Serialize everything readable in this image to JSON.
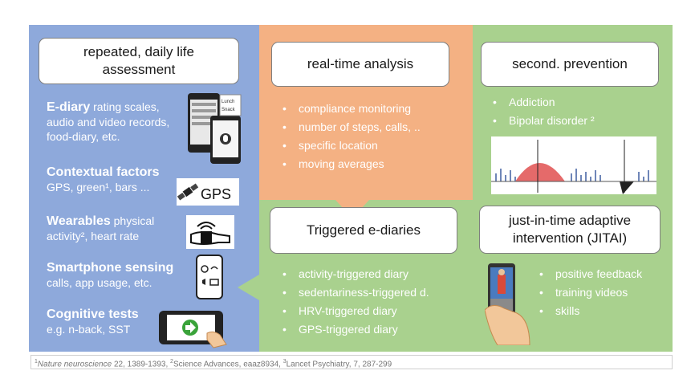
{
  "left_panel": {
    "title": "repeated, daily life assessment",
    "items": [
      {
        "heading": "E-diary",
        "rest": " rating scales,",
        "line2": "audio  and video records,",
        "line3": "food-diary, etc."
      },
      {
        "heading": "Contextual factors",
        "line2": "GPS, green¹, bars ..."
      },
      {
        "heading": "Wearables",
        "rest": " physical",
        "line2": "activity², heart rate"
      },
      {
        "heading": "Smartphone sensing",
        "line2": "calls, app usage, etc."
      },
      {
        "heading": "Cognitive tests",
        "line2": "e.g. n-back, SST"
      }
    ],
    "phone_labels": [
      "Lunch",
      "Snack"
    ],
    "gps_label": "GPS"
  },
  "middle_top": {
    "title": "real-time analysis",
    "bullets": [
      "compliance monitoring",
      "number of steps, calls, ..",
      "specific location",
      "moving averages"
    ]
  },
  "right_top": {
    "title": "second. prevention",
    "bullets": [
      "Addiction",
      "Bipolar disorder ²"
    ]
  },
  "middle_bottom": {
    "title": "Triggered e-diaries",
    "bullets": [
      "activity-triggered diary",
      "sedentariness-triggered d.",
      "HRV-triggered diary",
      "GPS-triggered diary"
    ]
  },
  "right_bottom": {
    "title": "just-in-time adaptive intervention (JITAI)",
    "bullets": [
      "positive feedback",
      "training videos",
      "skills"
    ]
  },
  "footer": {
    "j1": "Nature neuroscience",
    "r1": " 22, 1389-1393, ",
    "j2": "Science Advances",
    "r2": ", eaaz8934, ",
    "j3": "Lancet Psychiatry",
    "r3": ", 7, 287-299"
  },
  "colors": {
    "blue": "#8ea9db",
    "orange": "#f4b183",
    "green": "#a9d18e"
  }
}
